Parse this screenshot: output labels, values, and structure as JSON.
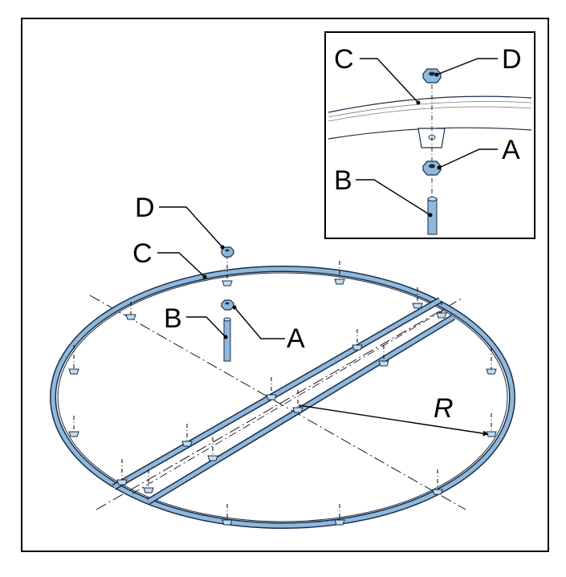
{
  "diagram": {
    "main_labels": {
      "d": "D",
      "c": "C",
      "b": "B",
      "a": "A"
    },
    "radius_label": "R",
    "inset_labels": {
      "c": "C",
      "d": "D",
      "a": "A",
      "b": "B"
    },
    "colors": {
      "part_fill": "#8fb8dc",
      "part_light": "#c4dcf0",
      "part_stroke": "#1a2d45",
      "frame": "#000000"
    }
  }
}
